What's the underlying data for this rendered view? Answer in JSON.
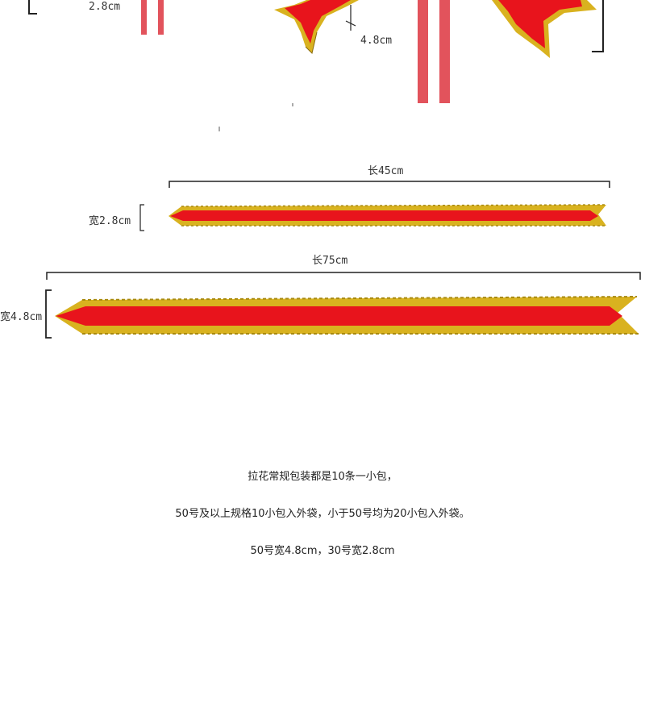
{
  "top_section": {
    "left_width_label": "2.8cm",
    "star_width_label": "4.8cm"
  },
  "ribbon_small": {
    "length_label": "长45cm",
    "width_label": "宽2.8cm"
  },
  "ribbon_large": {
    "length_label": "长75cm",
    "width_label": "宽4.8cm"
  },
  "notes": {
    "line1": "拉花常规包装都是10条一小包，",
    "line2": "50号及以上规格10小包入外袋，小于50号均为20小包入外袋。",
    "line3": "50号宽4.8cm，30号宽2.8cm"
  },
  "colors": {
    "ribbon_red": "#e8141c",
    "ribbon_gold": "#d9b21f",
    "ribbon_pink": "#e2535c",
    "line_dark": "#222222"
  }
}
